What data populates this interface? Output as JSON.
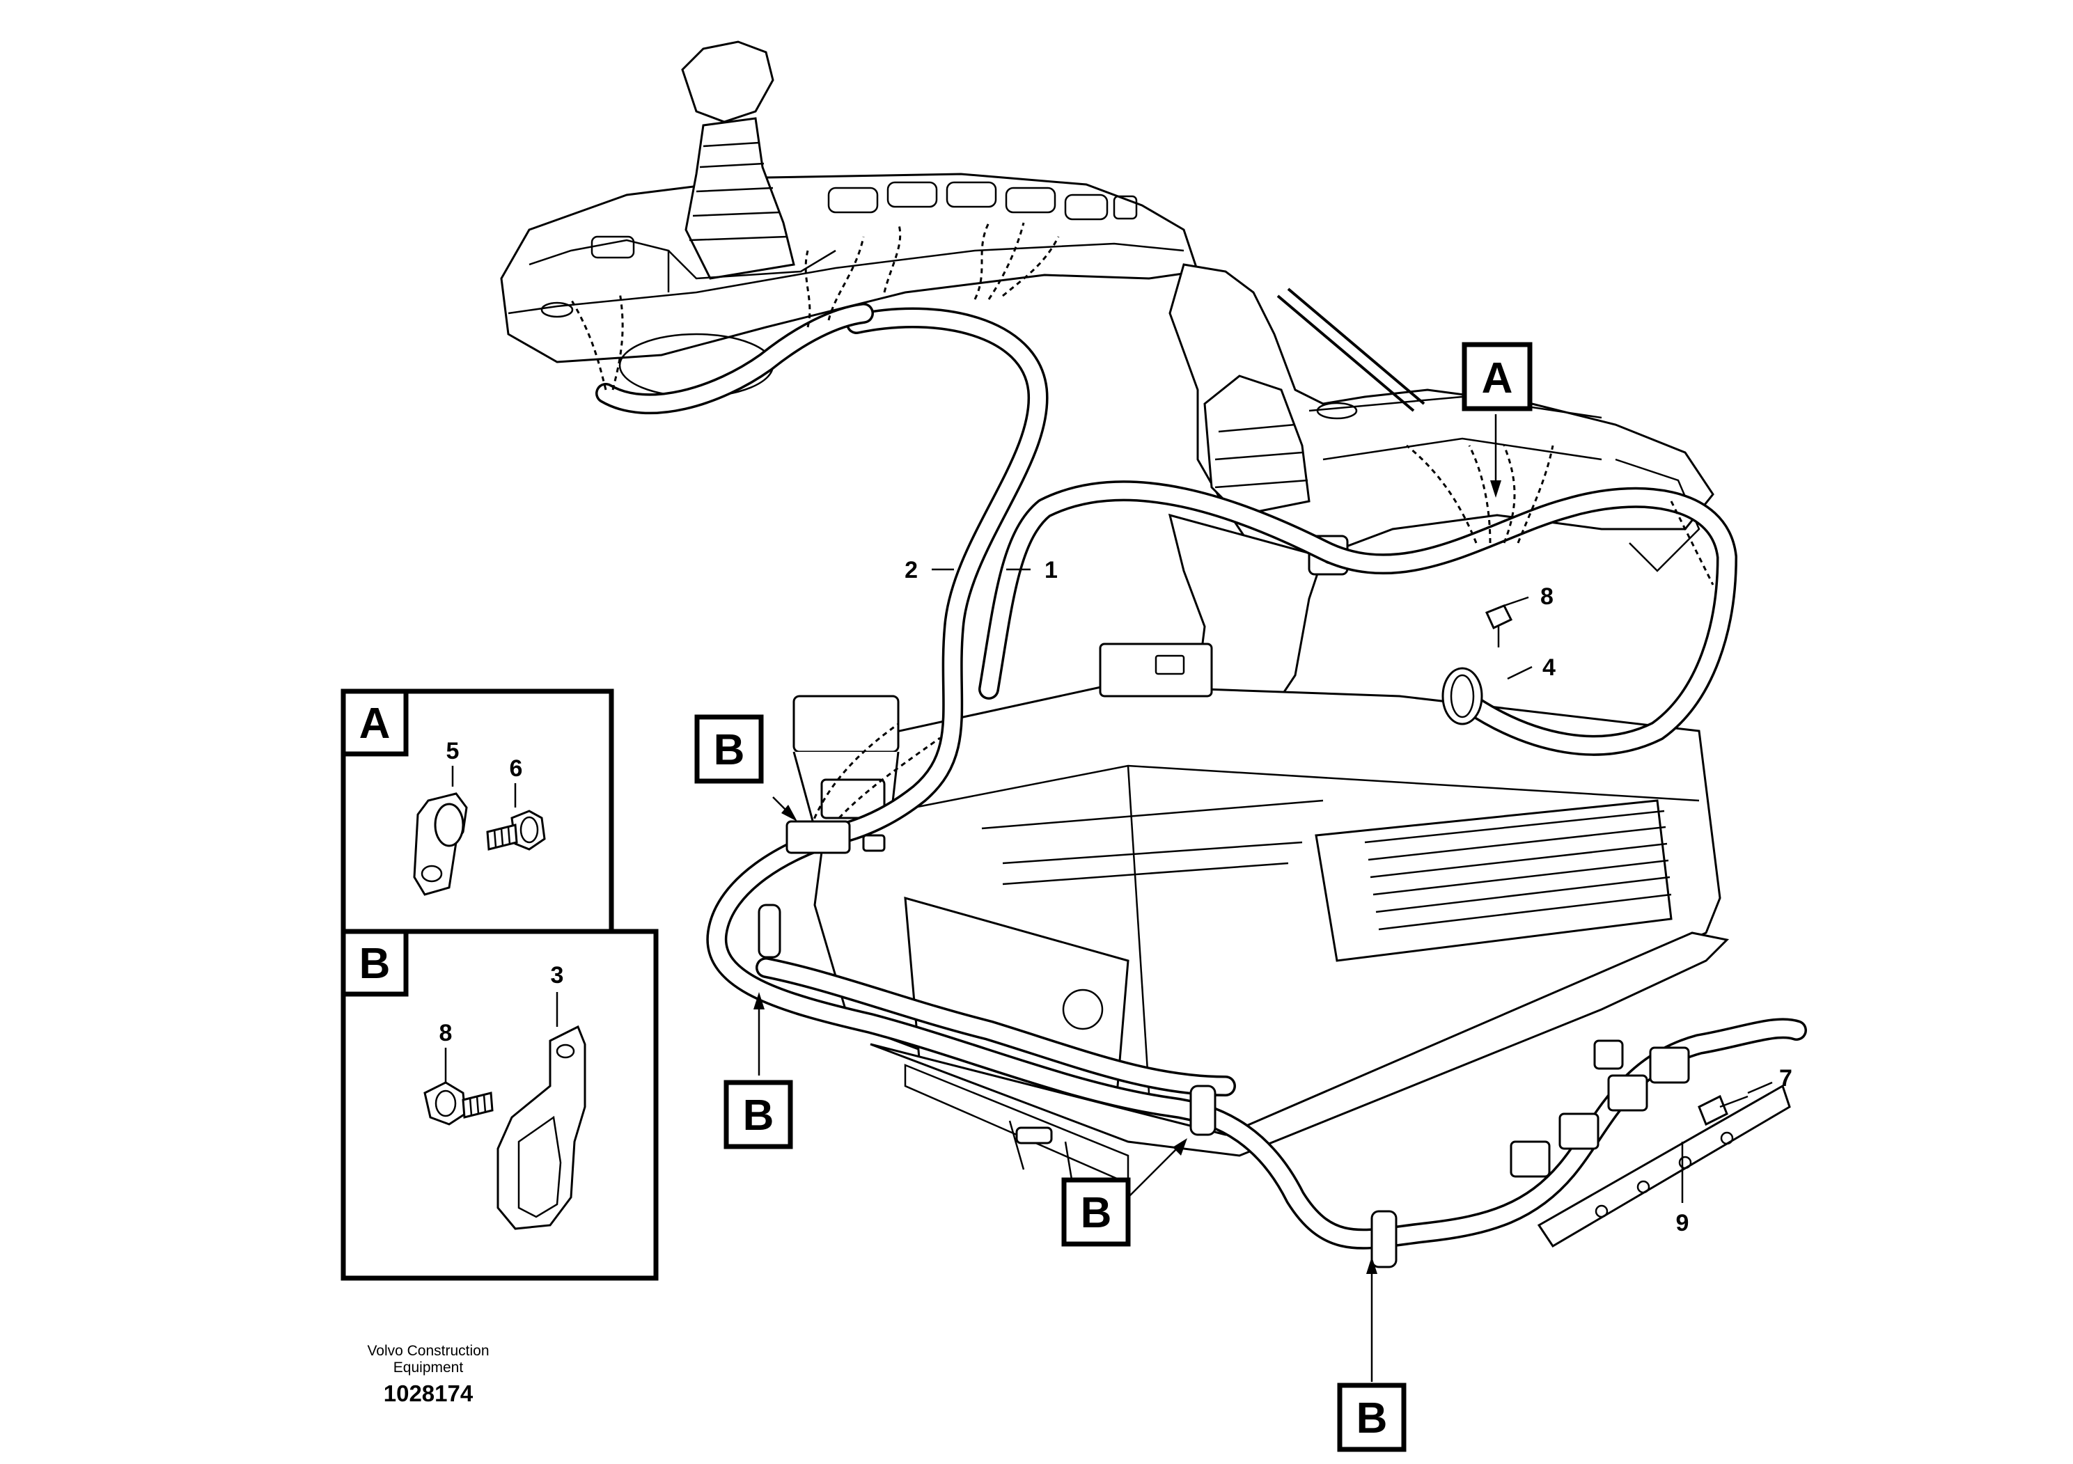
{
  "callouts": {
    "c1": "1",
    "c2": "2",
    "c3": "3",
    "c4": "4",
    "c5": "5",
    "c6": "6",
    "c7": "7",
    "c8a": "8",
    "c8b": "8",
    "c9": "9"
  },
  "markers": {
    "a_main": "A",
    "b_left_top": "B",
    "b_left_bottom": "B",
    "b_center": "B",
    "b_bottom": "B"
  },
  "detail_panels": {
    "a_label": "A",
    "b_label": "B"
  },
  "footer": {
    "credit_line1": "Volvo Construction",
    "credit_line2": "Equipment",
    "document_number": "1028174"
  }
}
